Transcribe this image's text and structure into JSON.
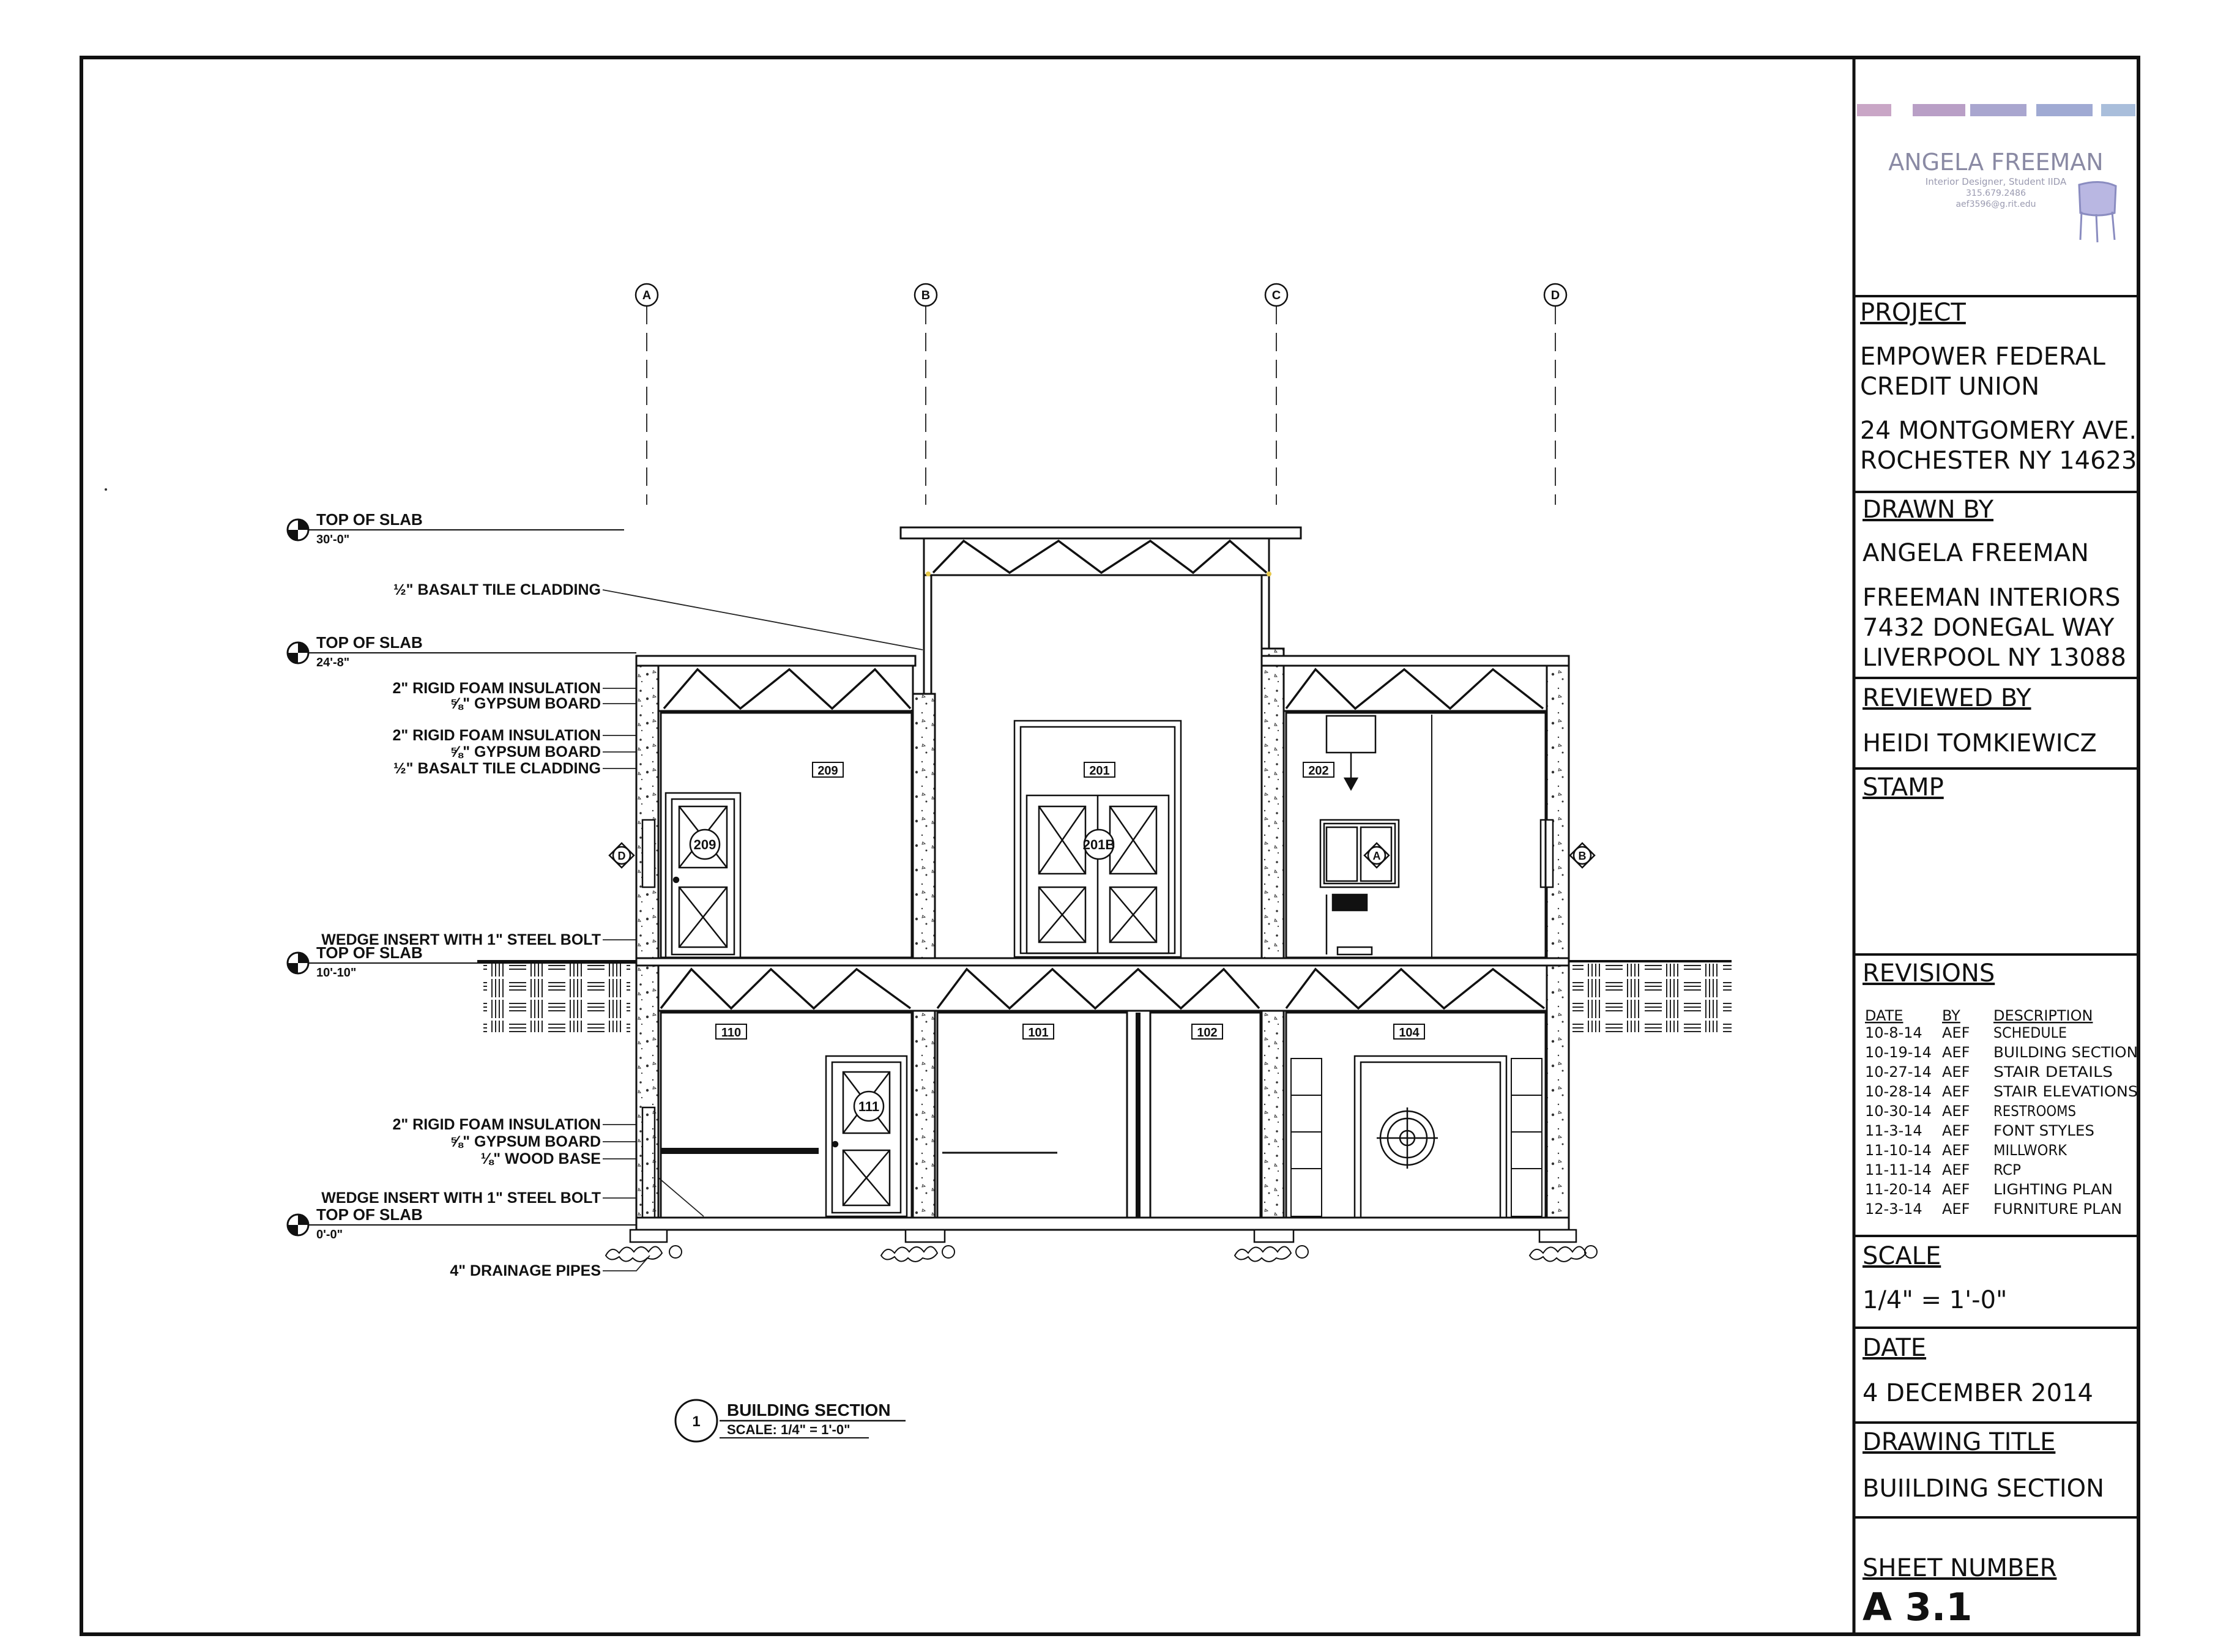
{
  "grid_labels": [
    "A",
    "B",
    "C",
    "D"
  ],
  "levels": [
    {
      "label": "TOP OF SLAB",
      "elevation": "30'-0\""
    },
    {
      "label": "TOP OF SLAB",
      "elevation": "24'-8\""
    },
    {
      "label": "TOP OF SLAB",
      "elevation": "10'-10\""
    },
    {
      "label": "TOP OF SLAB",
      "elevation": "0'-0\""
    }
  ],
  "notes_upper": [
    "½\" BASALT TILE CLADDING",
    "2\" RIGID FOAM INSULATION",
    "⅝\" GYPSUM BOARD",
    "2\" RIGID FOAM INSULATION",
    "⅝\" GYPSUM BOARD",
    "½\" BASALT TILE CLADDING",
    "WEDGE INSERT WITH 1\" STEEL BOLT"
  ],
  "notes_lower": [
    "2\" RIGID FOAM INSULATION",
    "⅝\" GYPSUM BOARD",
    "⅛\" WOOD BASE",
    "WEDGE INSERT WITH 1\" STEEL BOLT",
    "4\" DRAINAGE PIPES"
  ],
  "room_tags": [
    "209",
    "201",
    "202",
    "110",
    "101",
    "102",
    "104"
  ],
  "door_tags": [
    "209",
    "201B",
    "111"
  ],
  "elevation_markers": {
    "left": "D",
    "right": "B",
    "kitchen": "A"
  },
  "drawing_caption": {
    "number": "1",
    "title": "BUILDING SECTION",
    "scale": "SCALE: 1/4\" = 1'-0\""
  },
  "logo": {
    "name": "ANGELA FREEMAN",
    "role": "Interior Designer, Student IIDA",
    "phone": "315.679.2486",
    "email": "aef3596@g.rit.edu",
    "stripe_colors": [
      "#c9a6c6",
      "#b99fc6",
      "#a9a6cf",
      "#a0aad3",
      "#a9bedb"
    ]
  },
  "title_block": {
    "project_heading": "PROJECT",
    "project_name_1": "EMPOWER FEDERAL",
    "project_name_2": "CREDIT UNION",
    "project_address_1": "24 MONTGOMERY AVE.",
    "project_address_2": "ROCHESTER NY 14623",
    "drawn_heading": "DRAWN BY",
    "drawn_name": "ANGELA FREEMAN",
    "drawn_company": "FREEMAN INTERIORS",
    "drawn_address_1": "7432 DONEGAL WAY",
    "drawn_address_2": "LIVERPOOL NY 13088",
    "reviewed_heading": "REVIEWED BY",
    "reviewed_name": "HEIDI TOMKIEWICZ",
    "stamp_heading": "STAMP",
    "revisions_heading": "REVISIONS",
    "revision_columns": [
      "DATE",
      "BY",
      "DESCRIPTION"
    ],
    "revisions": [
      {
        "date": "10-8-14",
        "by": "AEF",
        "desc": "SCHEDULE"
      },
      {
        "date": "10-19-14",
        "by": "AEF",
        "desc": "BUILDING SECTION"
      },
      {
        "date": "10-27-14",
        "by": "AEF",
        "desc": "STAIR DETAILS"
      },
      {
        "date": "10-28-14",
        "by": "AEF",
        "desc": "STAIR ELEVATIONS"
      },
      {
        "date": "10-30-14",
        "by": "AEF",
        "desc": "RESTROOMS"
      },
      {
        "date": "11-3-14",
        "by": "AEF",
        "desc": "FONT STYLES"
      },
      {
        "date": "11-10-14",
        "by": "AEF",
        "desc": "MILLWORK"
      },
      {
        "date": "11-11-14",
        "by": "AEF",
        "desc": "RCP"
      },
      {
        "date": "11-20-14",
        "by": "AEF",
        "desc": "LIGHTING PLAN"
      },
      {
        "date": "12-3-14",
        "by": "AEF",
        "desc": "FURNITURE PLAN"
      }
    ],
    "scale_heading": "SCALE",
    "scale_value": "1/4\" = 1'-0\"",
    "date_heading": "DATE",
    "date_value": "4 DECEMBER 2014",
    "title_heading": "DRAWING TITLE",
    "title_value": "BUIILDING SECTION",
    "sheet_heading": "SHEET NUMBER",
    "sheet_value": "A 3.1"
  }
}
